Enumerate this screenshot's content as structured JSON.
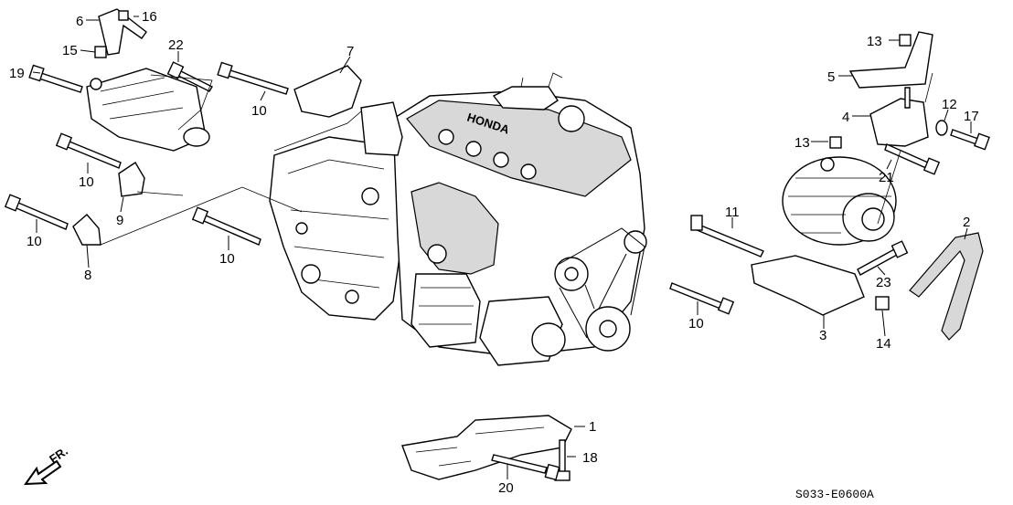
{
  "diagram": {
    "callouts": [
      "1",
      "2",
      "3",
      "4",
      "5",
      "6",
      "7",
      "8",
      "9",
      "10",
      "11",
      "12",
      "13",
      "14",
      "15",
      "16",
      "17",
      "18",
      "19",
      "20",
      "21",
      "22",
      "23"
    ],
    "drawing_code": "S033-E0600A",
    "front_indicator": "FR.",
    "engine_badge": "HONDA"
  }
}
